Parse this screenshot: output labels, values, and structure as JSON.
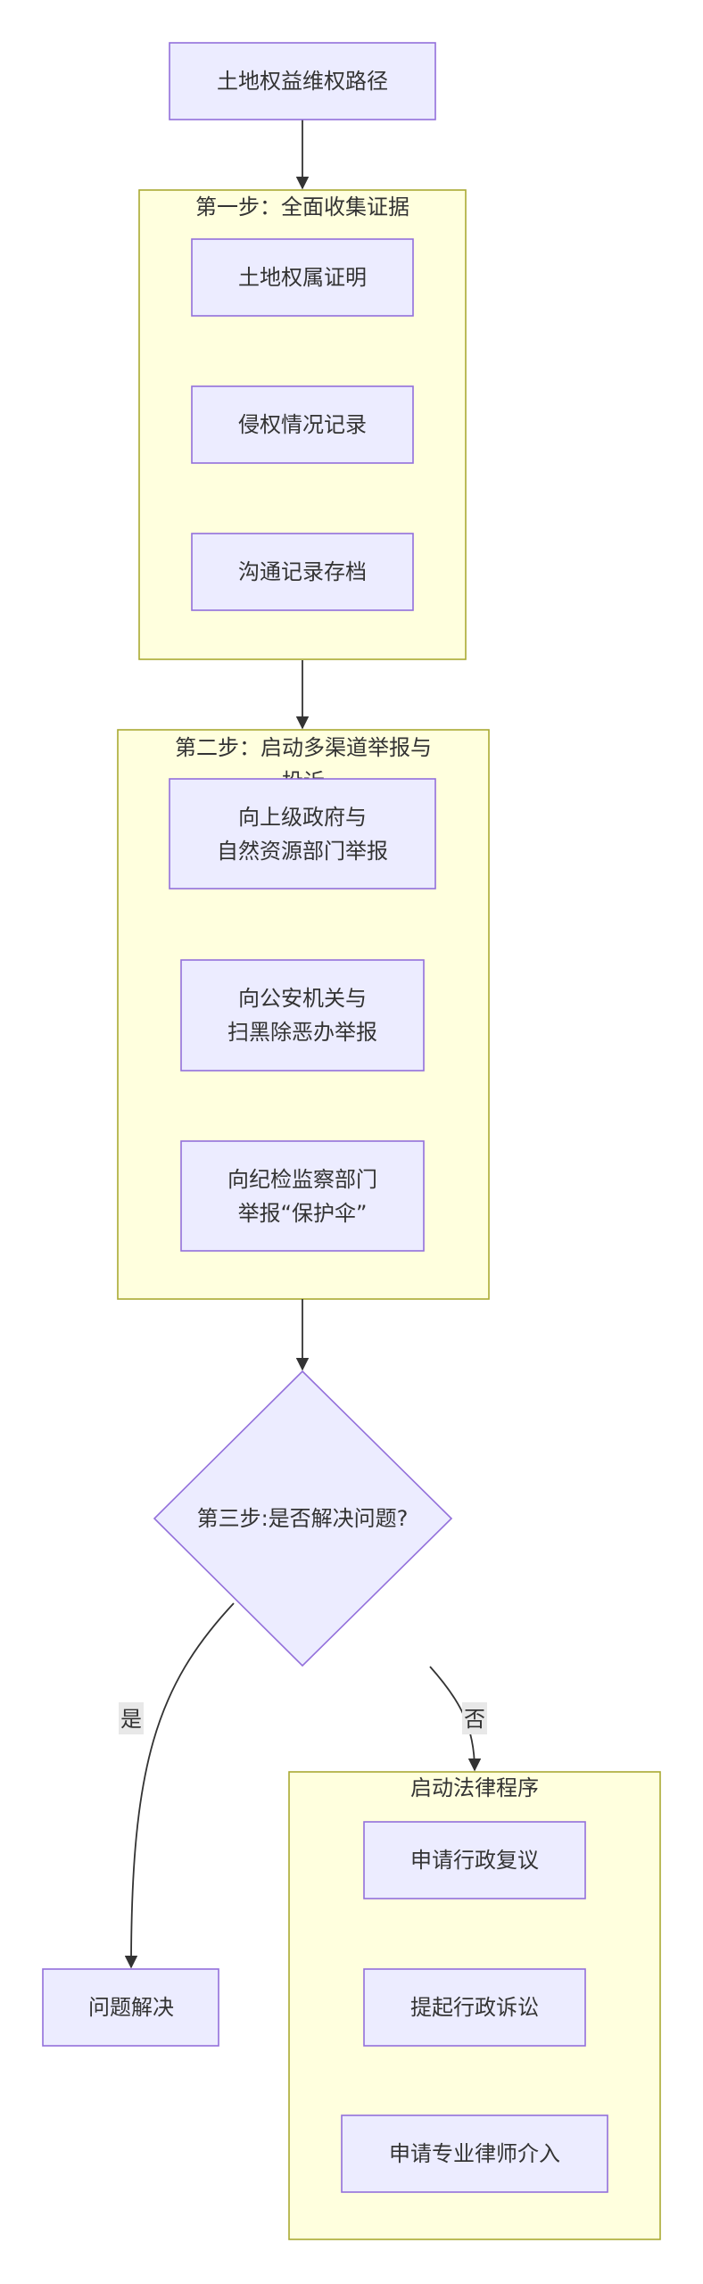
{
  "nodes": {
    "start": "土地权益维权路径",
    "land_cert": "土地权属证明",
    "infringe_record": "侵权情况记录",
    "comm_archive": "沟通记录存档",
    "report_gov": [
      "向上级政府与",
      "自然资源部门举报"
    ],
    "report_police": [
      "向公安机关与",
      "扫黑除恶办举报"
    ],
    "report_discipline": [
      "向纪检监察部门",
      "举报“保护伞”"
    ],
    "decision": "第三步:是否解决问题?",
    "resolved": "问题解决",
    "admin_review": "申请行政复议",
    "admin_lawsuit": "提起行政诉讼",
    "lawyer": "申请专业律师介入"
  },
  "clusters": {
    "step1": "第一步：全面收集证据",
    "step2": [
      "第二步：启动多渠道举报与",
      "投诉"
    ],
    "legal": "启动法律程序"
  },
  "edge_labels": {
    "yes": "是",
    "no": "否"
  },
  "colors": {
    "node_fill": "#ECECFF",
    "node_stroke": "#9370DB",
    "cluster_fill": "#ffffde",
    "cluster_stroke": "#aaaa33",
    "edge": "#333333",
    "text": "#333333"
  }
}
